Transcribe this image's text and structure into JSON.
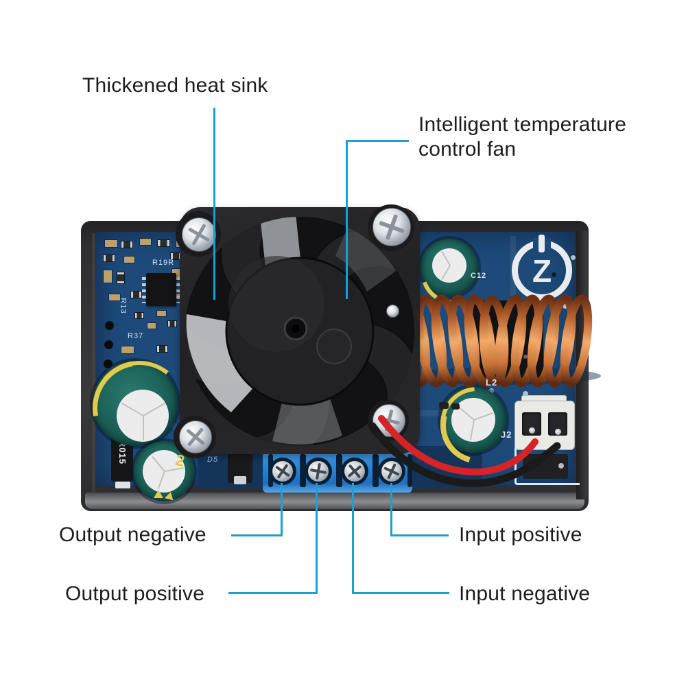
{
  "colors": {
    "accent": "#18a0d8",
    "label_text": "#1d1d1d",
    "pcb_blue": "#1d4a79",
    "pcb_dark": "#14345a",
    "terminal_blue": "#2e8ad8",
    "copper": "#c87a42",
    "cap_teal": "#1a5e55",
    "case_gray": "#333336",
    "silkscreen": "#d7e6f4",
    "yellow_mark": "#e0cb4e",
    "wire_red": "#d42427",
    "wire_black": "#1a1a1a"
  },
  "annotations": {
    "heat_sink": "Thickened heat sink",
    "fan": "Intelligent temperature control fan",
    "output_negative": "Output negative",
    "output_positive": "Output positive",
    "input_positive": "Input positive",
    "input_negative": "Input negative"
  },
  "board": {
    "silkscreen": {
      "r19r": "R19R",
      "r13": "R13",
      "r37": "R37",
      "r015": "R015",
      "d5": "D5",
      "l2": "L2",
      "j2": "J2",
      "c12": "C12",
      "cap_mark": "2",
      "logo_letter": "Z"
    }
  }
}
